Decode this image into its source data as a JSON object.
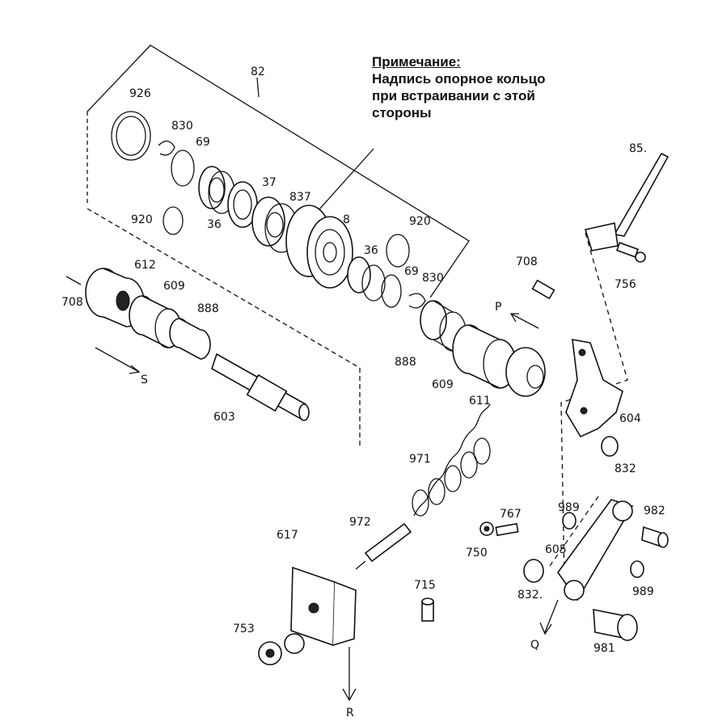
{
  "note": {
    "title": "Примечание:",
    "lines": [
      "Надпись опорное кольцо",
      "при встраивании с этой",
      "стороны"
    ]
  },
  "labels": {
    "l82": "82",
    "l926": "926",
    "l830a": "830",
    "l69a": "69",
    "l37": "37",
    "l837": "837",
    "l8": "8",
    "l920a": "920",
    "l36a": "36",
    "l920b": "920",
    "l36b": "36",
    "l69b": "69",
    "l830b": "830",
    "l612": "612",
    "l609a": "609",
    "l708a": "708",
    "l888a": "888",
    "lS": "S",
    "l603": "603",
    "l708b": "708",
    "lP": "P",
    "l888b": "888",
    "l609b": "609",
    "l611": "611",
    "l85": "85.",
    "l756": "756",
    "l604": "604",
    "l832a": "832",
    "l971": "971",
    "l972": "972",
    "l989a": "989",
    "l982": "982",
    "l767": "767",
    "l750": "750",
    "l617": "617",
    "l715": "715",
    "l605": "605",
    "l832b": "832.",
    "l989b": "989",
    "l753": "753",
    "lQ": "Q",
    "l981": "981",
    "lR": "R"
  }
}
